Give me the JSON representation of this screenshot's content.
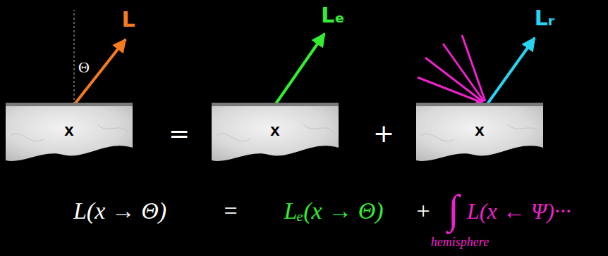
{
  "diagram": {
    "nodes": [
      {
        "text": [
          "x"
        ]
      },
      {
        "text": [
          "x"
        ]
      },
      {
        "text": [
          "x"
        ]
      }
    ],
    "labels": [
      "L",
      "Θ",
      "Lₑ",
      "Lᵣ",
      "=",
      "+",
      "L(x → Θ)",
      "=",
      "Lₑ(x → Θ)",
      "+",
      "∫",
      "L(x ← Ψ)···",
      "hemisphere"
    ]
  }
}
